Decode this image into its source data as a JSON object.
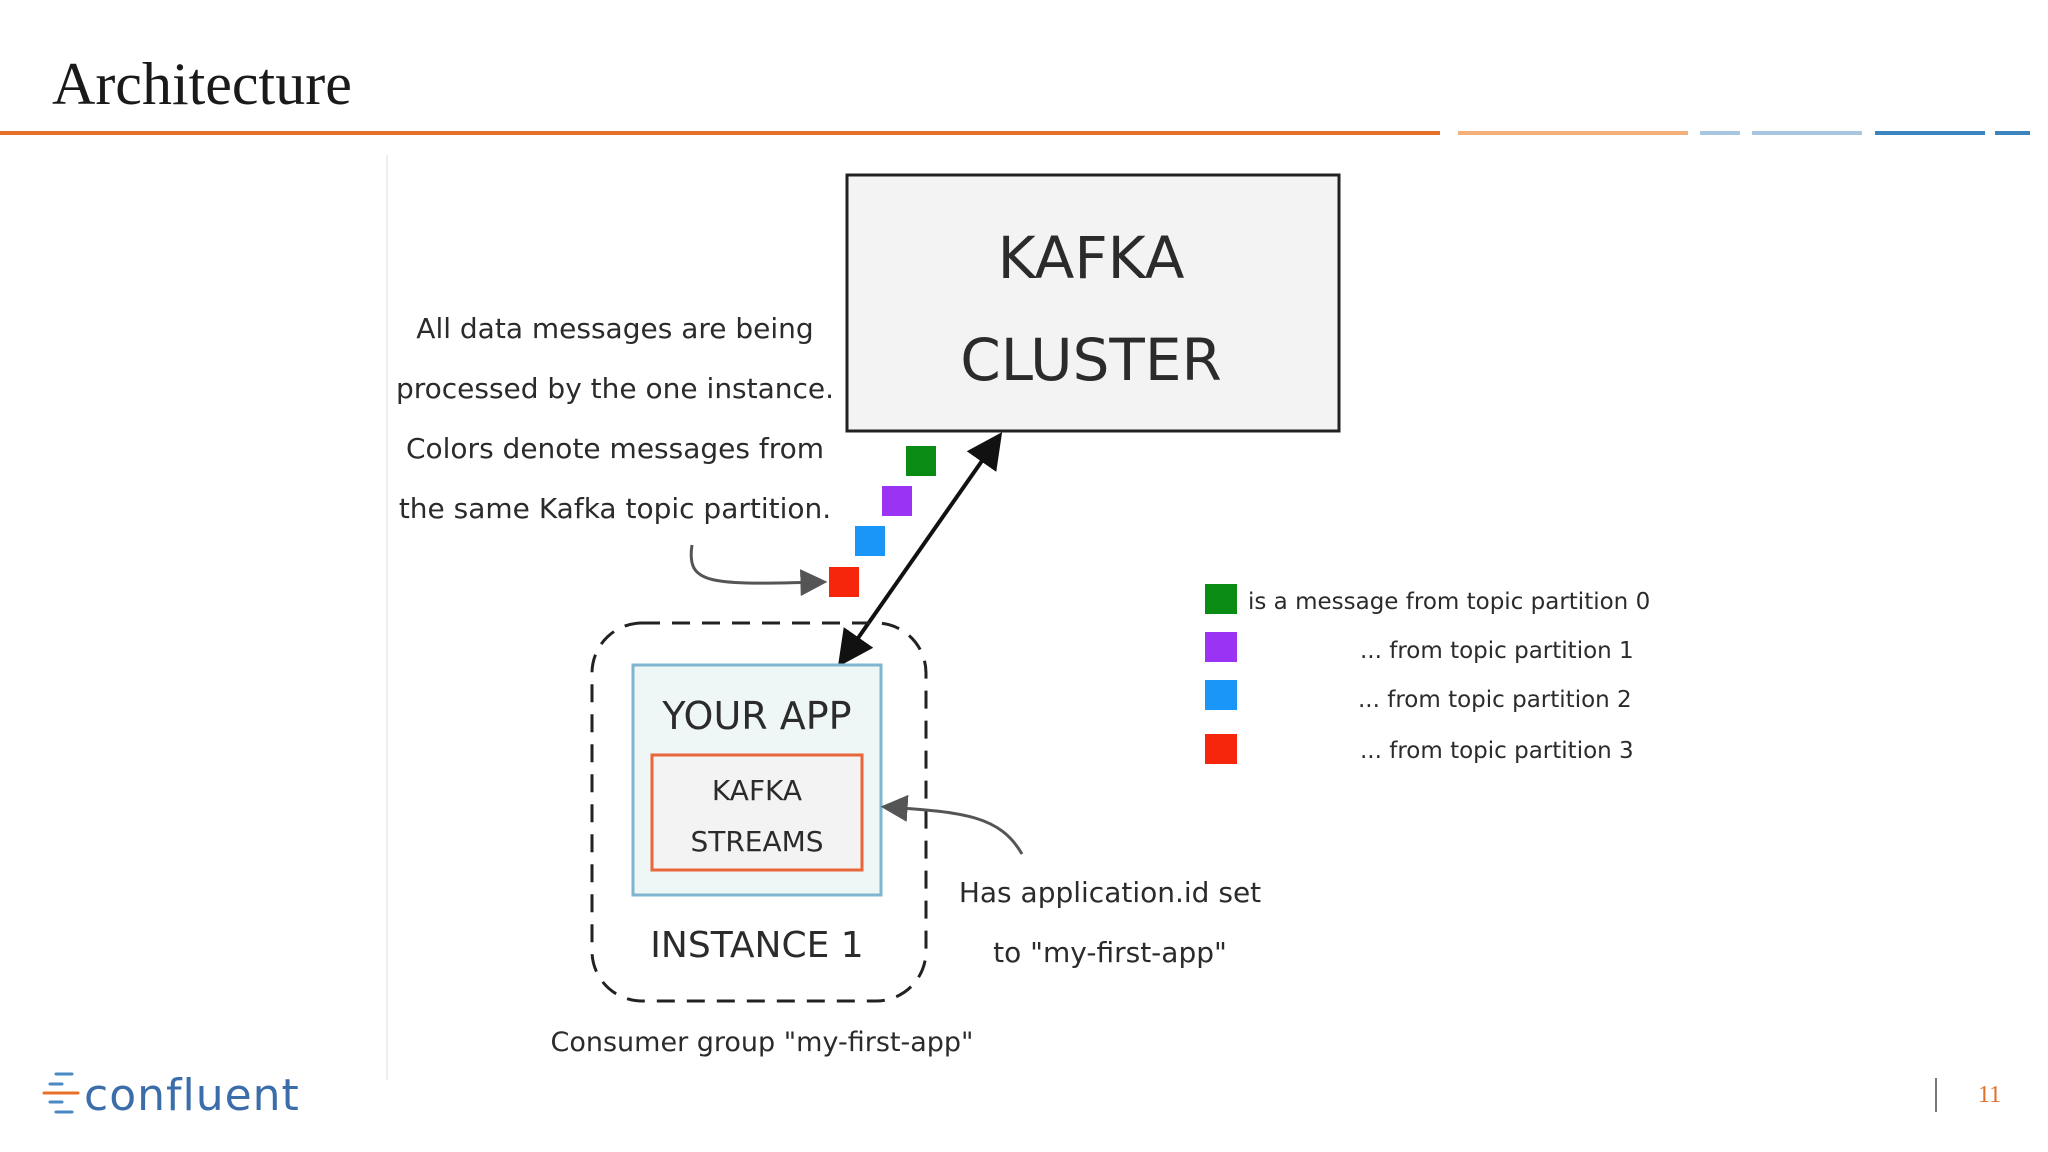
{
  "slide": {
    "title": "Architecture",
    "page_number": "11"
  },
  "brand": {
    "logo_text": "confluent",
    "accent_color": "#e8712a",
    "blue_color": "#4a8ac4"
  },
  "diagram": {
    "cluster": {
      "line1": "KAFKA",
      "line2": "CLUSTER"
    },
    "app": {
      "title": "YOUR APP",
      "streams_line1": "KAFKA",
      "streams_line2": "STREAMS",
      "instance_label": "INSTANCE 1"
    },
    "consumer_group_label": "Consumer group \"my-first-app\"",
    "note_left": [
      "All data messages are being",
      "processed by the one instance.",
      "Colors denote messages from",
      "the same Kafka topic partition."
    ],
    "note_appid": [
      "Has application.id set",
      "to \"my-first-app\""
    ],
    "legend": [
      {
        "color": "#0a8c14",
        "text": "is a message from topic partition 0"
      },
      {
        "color": "#9b33f5",
        "text": "... from topic partition 1"
      },
      {
        "color": "#1a96f8",
        "text": "... from topic partition 2"
      },
      {
        "color": "#f5260c",
        "text": "... from topic partition 3"
      }
    ],
    "messages": [
      {
        "color": "#0a8c14"
      },
      {
        "color": "#9b33f5"
      },
      {
        "color": "#1a96f8"
      },
      {
        "color": "#f5260c"
      }
    ]
  }
}
